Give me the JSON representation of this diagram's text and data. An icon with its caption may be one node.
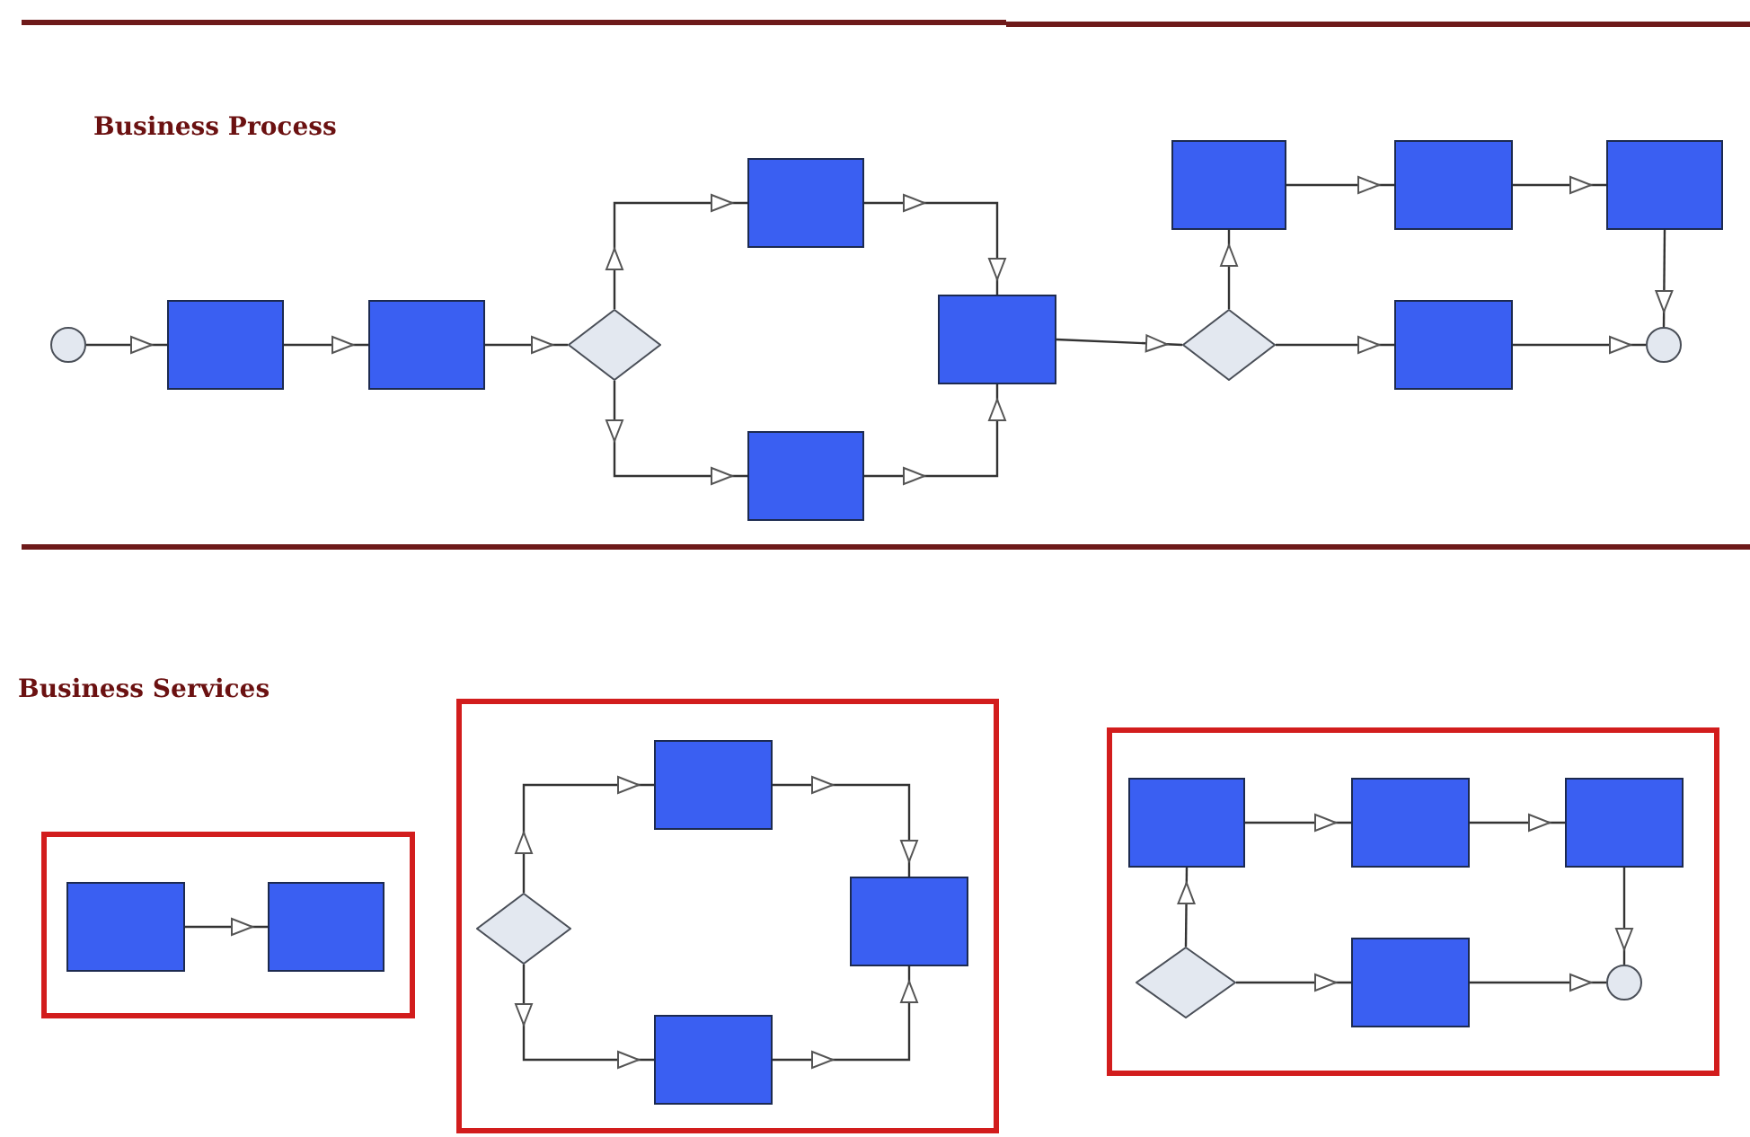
{
  "diagram": {
    "nodes": [
      {
        "text": [],
        "shape": "circle"
      },
      {
        "text": [],
        "shape": "box"
      },
      {
        "text": [],
        "shape": "box"
      },
      {
        "text": [],
        "shape": "diamond"
      },
      {
        "text": [],
        "shape": "box"
      },
      {
        "text": [],
        "shape": "box"
      },
      {
        "text": [],
        "shape": "box"
      },
      {
        "text": [],
        "shape": "diamond"
      },
      {
        "text": [],
        "shape": "box"
      },
      {
        "text": [],
        "shape": "box"
      },
      {
        "text": [],
        "shape": "box"
      },
      {
        "text": [],
        "shape": "box"
      },
      {
        "text": [],
        "shape": "circle"
      },
      {
        "text": [],
        "shape": "frame"
      },
      {
        "text": [],
        "shape": "box",
        "in": 13
      },
      {
        "text": [],
        "shape": "box",
        "in": 13
      },
      {
        "text": [],
        "shape": "frame"
      },
      {
        "text": [],
        "shape": "diamond",
        "in": 16
      },
      {
        "text": [],
        "shape": "box",
        "in": 16
      },
      {
        "text": [],
        "shape": "box",
        "in": 16
      },
      {
        "text": [],
        "shape": "box",
        "in": 16
      },
      {
        "text": [],
        "shape": "frame"
      },
      {
        "text": [],
        "shape": "box",
        "in": 21
      },
      {
        "text": [],
        "shape": "box",
        "in": 21
      },
      {
        "text": [],
        "shape": "box",
        "in": 21
      },
      {
        "text": [],
        "shape": "diamond",
        "in": 21
      },
      {
        "text": [],
        "shape": "box",
        "in": 21
      },
      {
        "text": [],
        "shape": "circle",
        "in": 21
      }
    ],
    "edges": [
      {
        "from": 0,
        "to": 1,
        "arrow": "to"
      },
      {
        "from": 1,
        "to": 2,
        "arrow": "to"
      },
      {
        "from": 2,
        "to": 3,
        "arrow": "to"
      },
      {
        "from": 3,
        "to": 4,
        "arrow": "to"
      },
      {
        "from": 3,
        "to": 5,
        "arrow": "to"
      },
      {
        "from": 4,
        "to": 6,
        "arrow": "to"
      },
      {
        "from": 5,
        "to": 6,
        "arrow": "to"
      },
      {
        "from": 6,
        "to": 7,
        "arrow": "to"
      },
      {
        "from": 7,
        "to": 8,
        "arrow": "to"
      },
      {
        "from": 8,
        "to": 9,
        "arrow": "to"
      },
      {
        "from": 9,
        "to": 10,
        "arrow": "to"
      },
      {
        "from": 10,
        "to": 12,
        "arrow": "to"
      },
      {
        "from": 7,
        "to": 11,
        "arrow": "to"
      },
      {
        "from": 11,
        "to": 12,
        "arrow": "to"
      },
      {
        "from": 14,
        "to": 15,
        "arrow": "to"
      },
      {
        "from": 17,
        "to": 18,
        "arrow": "to"
      },
      {
        "from": 17,
        "to": 19,
        "arrow": "to"
      },
      {
        "from": 18,
        "to": 20,
        "arrow": "to"
      },
      {
        "from": 19,
        "to": 20,
        "arrow": "to"
      },
      {
        "from": 25,
        "to": 22,
        "arrow": "to"
      },
      {
        "from": 22,
        "to": 23,
        "arrow": "to"
      },
      {
        "from": 23,
        "to": 24,
        "arrow": "to"
      },
      {
        "from": 24,
        "to": 27,
        "arrow": "to"
      },
      {
        "from": 25,
        "to": 26,
        "arrow": "to"
      },
      {
        "from": 26,
        "to": 27,
        "arrow": "to"
      }
    ],
    "labels": [
      "Business Process",
      "Business Services"
    ]
  }
}
